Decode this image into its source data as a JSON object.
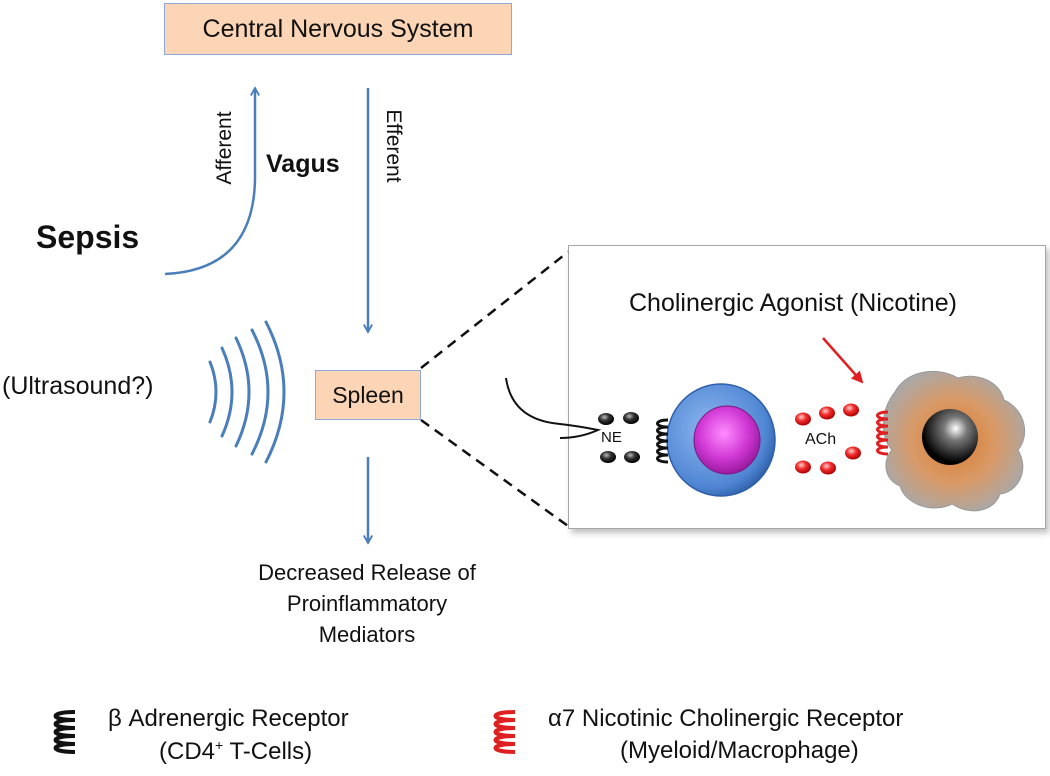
{
  "cns": {
    "label": "Central Nervous System"
  },
  "vagus": {
    "label": "Vagus",
    "afferent": "Afferent",
    "efferent": "Efferent"
  },
  "sepsis": {
    "label": "Sepsis"
  },
  "ultrasound": {
    "label": "(Ultrasound?)"
  },
  "spleen": {
    "label": "Spleen"
  },
  "outcome": {
    "line1": "Decreased Release of",
    "line2": "Proinflammatory",
    "line3": "Mediators"
  },
  "inset": {
    "agonist": "Cholinergic Agonist (Nicotine)",
    "ne": "NE",
    "ach": "ACh"
  },
  "legend": {
    "beta": {
      "line1": "β Adrenergic Receptor",
      "line2_prefix": "(CD4",
      "line2_sup": "+",
      "line2_suffix": " T-Cells)"
    },
    "alpha": {
      "line1": "α7 Nicotinic Cholinergic Receptor",
      "line2": "(Myeloid/Macrophage)"
    }
  },
  "colors": {
    "arrow": "#4a7ebb",
    "box_fill": "#fbd5b5",
    "box_border": "#8eaadb",
    "red": "#e02020",
    "tcell": "#5b8dd6",
    "nucleus": "#d23ad6"
  }
}
